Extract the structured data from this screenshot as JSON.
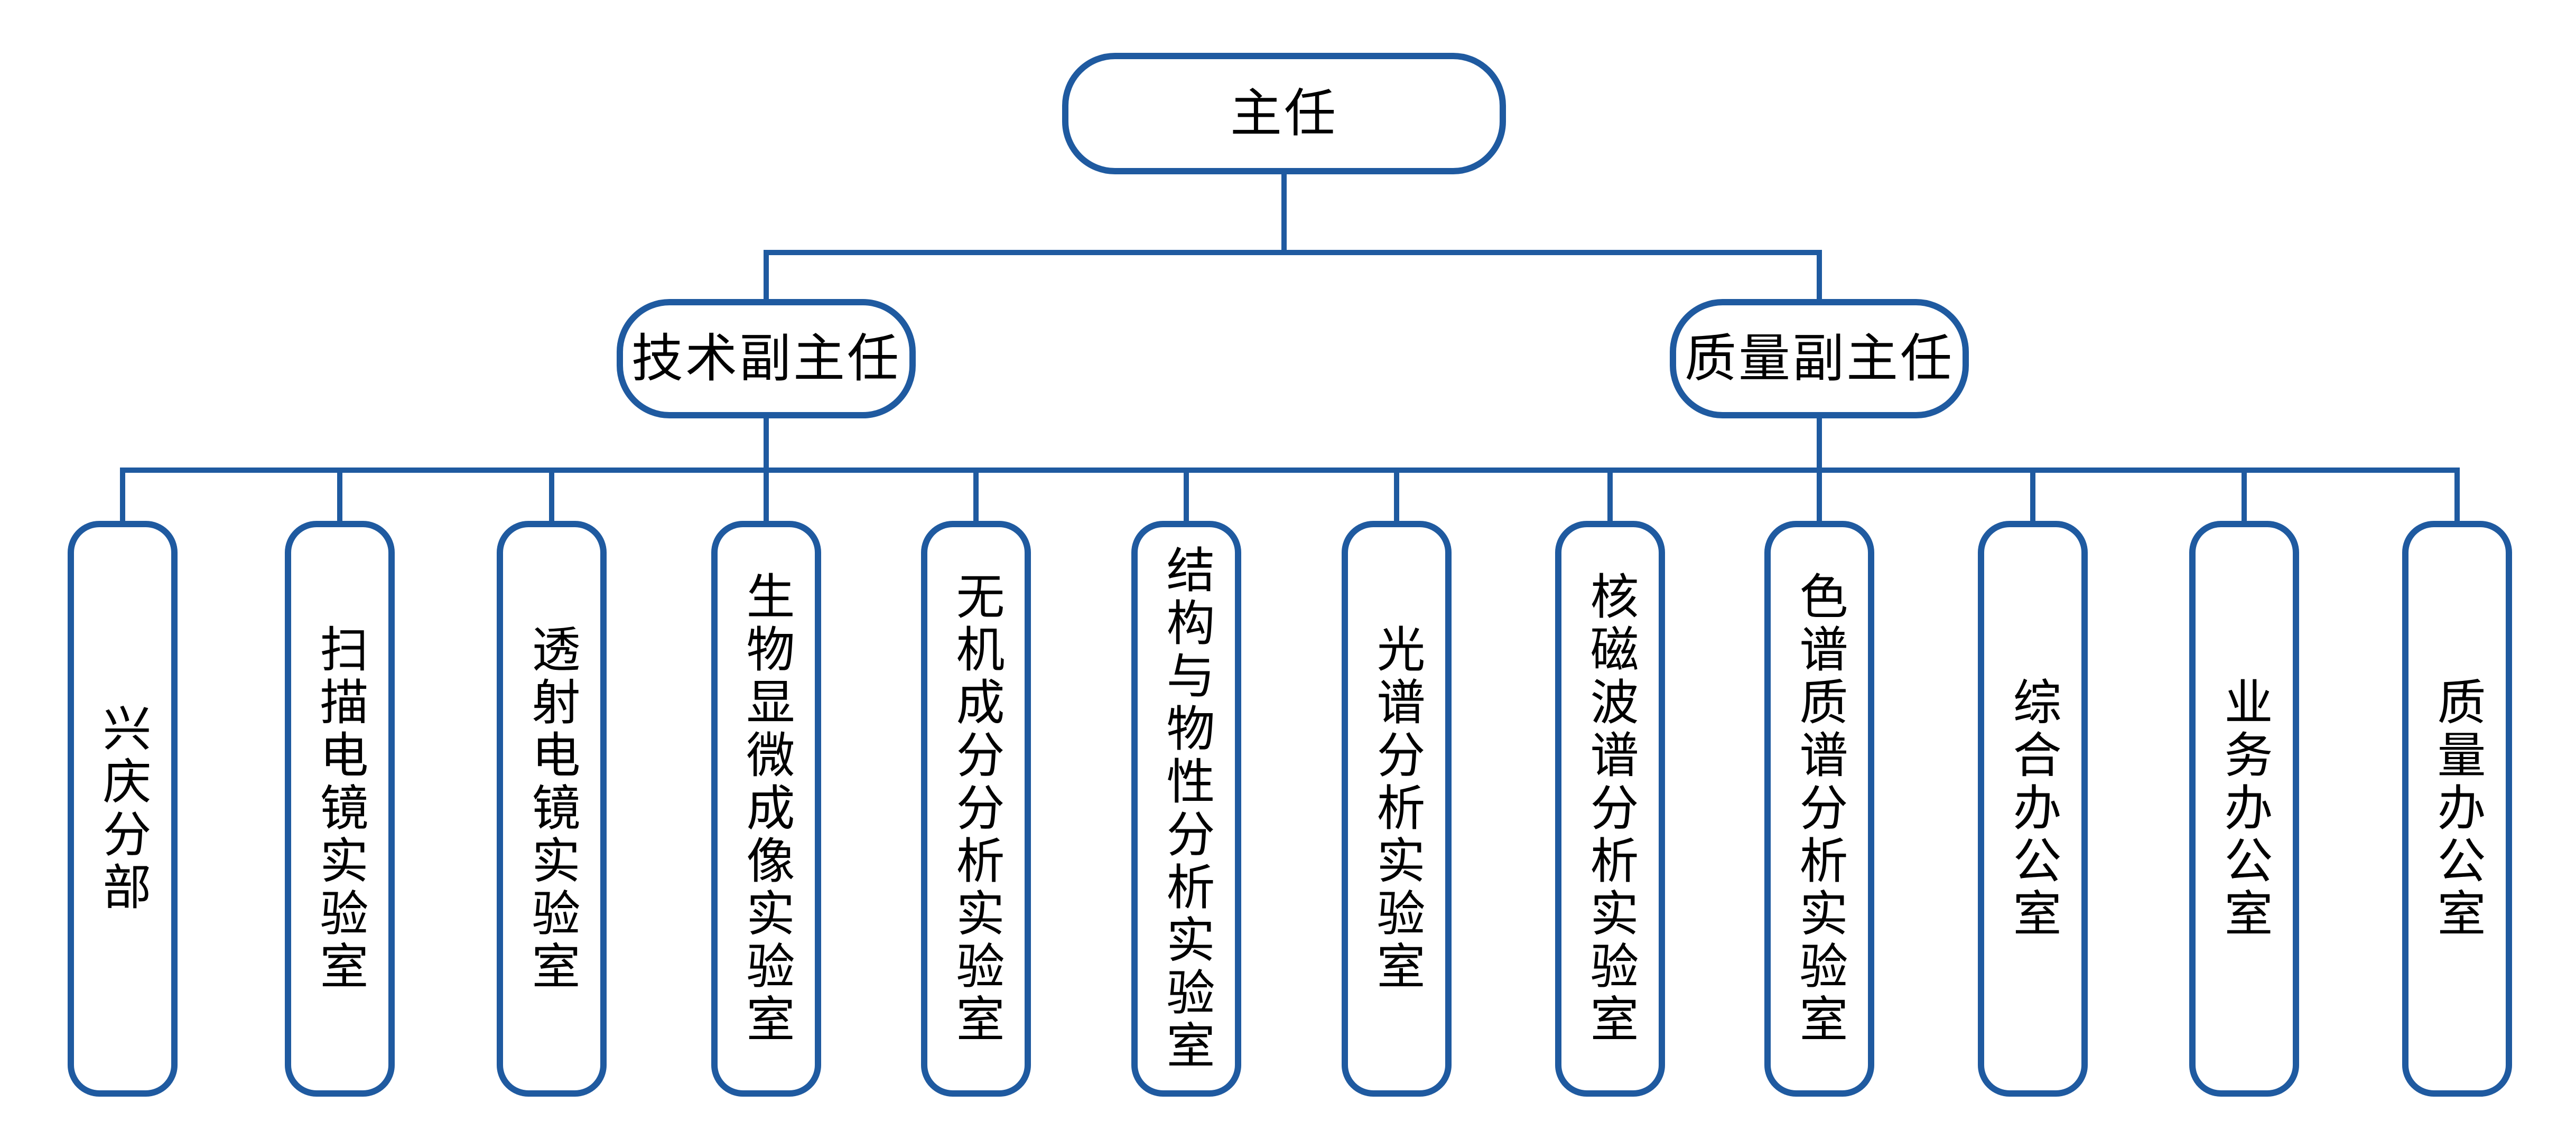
{
  "theme": {
    "line_color": "#1f5aa0",
    "box_fill": "#ffffff",
    "text_color": "#000000"
  },
  "org": {
    "top": "主任",
    "deputies": [
      "技术副主任",
      "质量副主任"
    ],
    "departments": [
      "兴庆分部",
      "扫描电镜实验室",
      "透射电镜实验室",
      "生物显微成像实验室",
      "无机成分分析实验室",
      "结构与物性分析实验室",
      "光谱分析实验室",
      "核磁波谱分析实验室",
      "色谱质谱分析实验室",
      "综合办公室",
      "业务办公室",
      "质量办公室"
    ]
  }
}
